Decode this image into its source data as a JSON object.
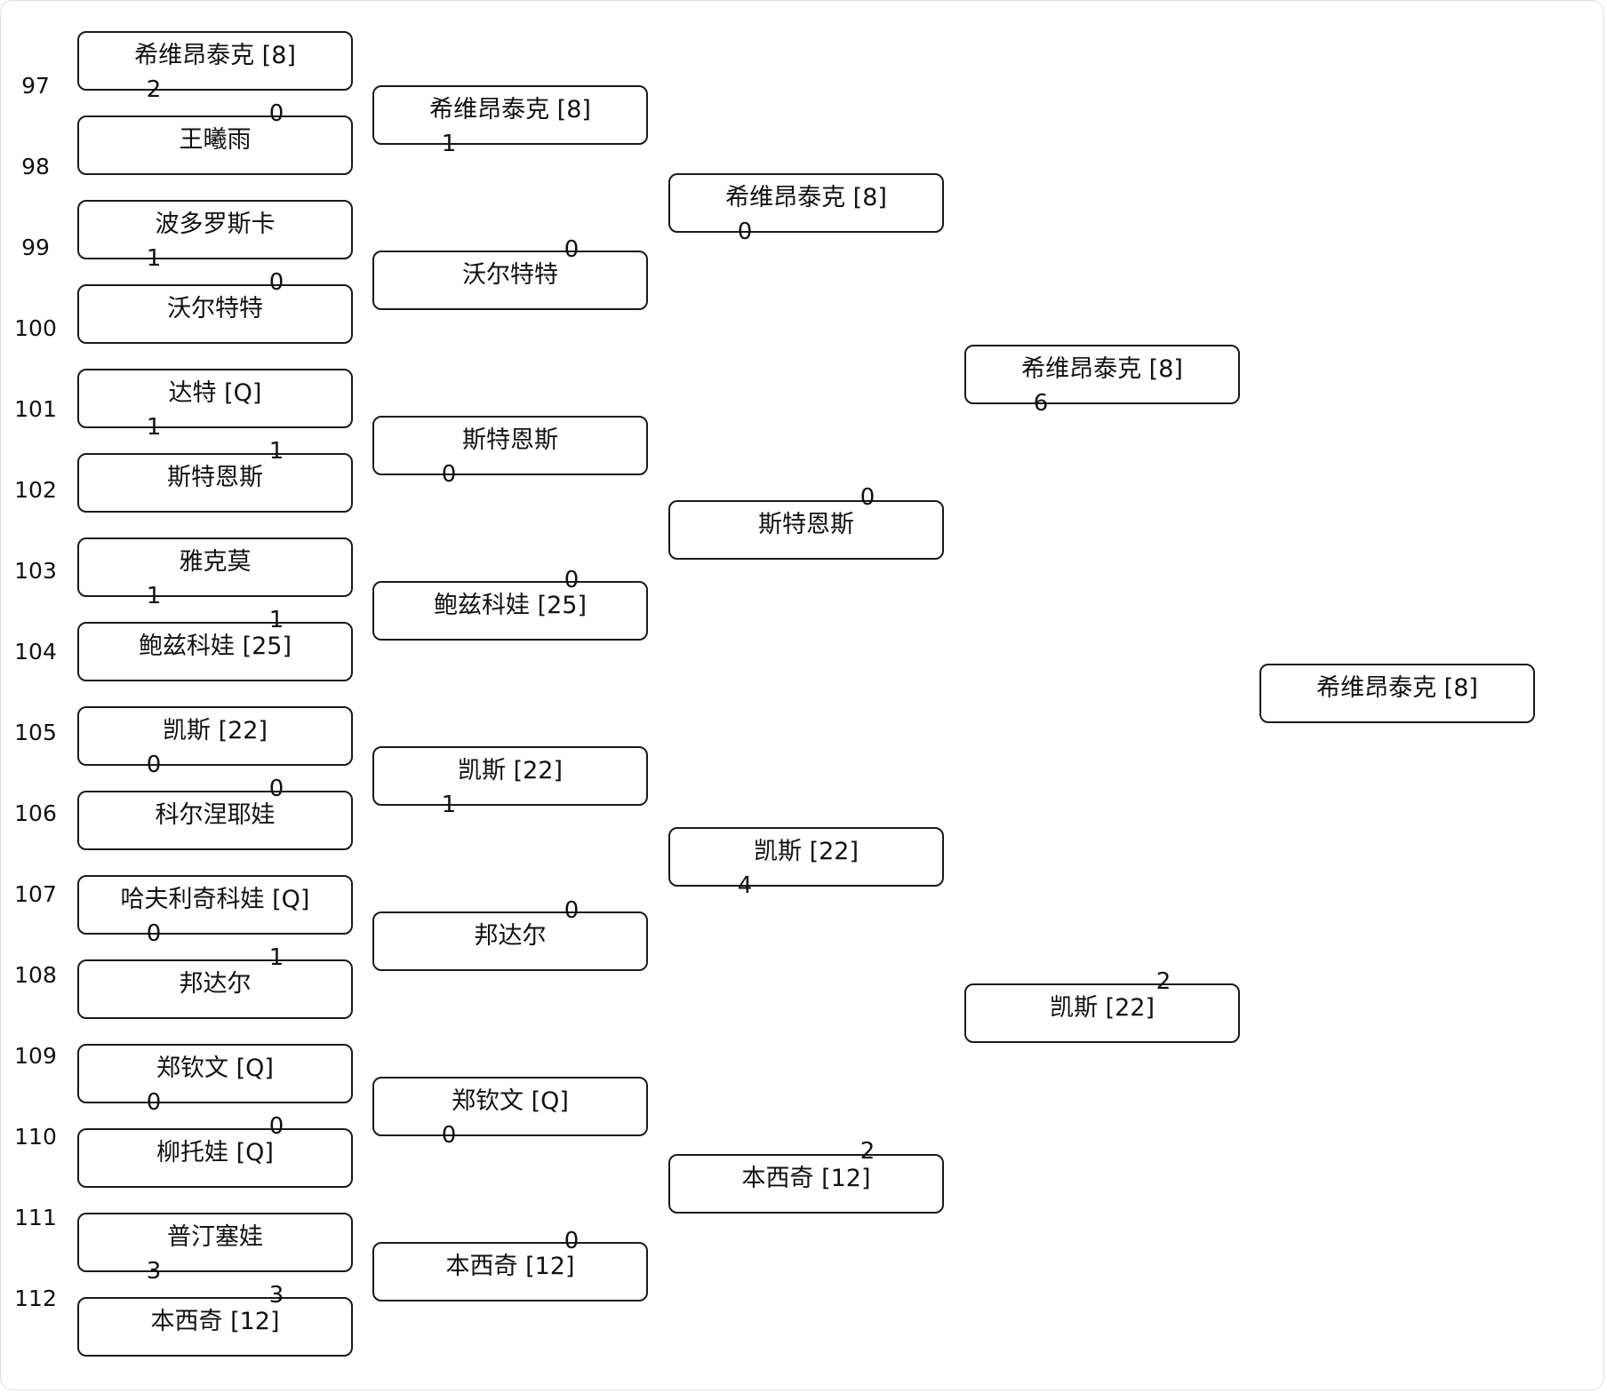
{
  "bracket": {
    "slots": [
      "97",
      "98",
      "99",
      "100",
      "101",
      "102",
      "103",
      "104",
      "105",
      "106",
      "107",
      "108",
      "109",
      "110",
      "111",
      "112"
    ],
    "round1": [
      {
        "name": "希维昂泰克 [8]",
        "score": "2"
      },
      {
        "name": "王曦雨",
        "score": "0"
      },
      {
        "name": "波多罗斯卡",
        "score": "1"
      },
      {
        "name": "沃尔特特",
        "score": "0"
      },
      {
        "name": "达特 [Q]",
        "score": "1"
      },
      {
        "name": "斯特恩斯",
        "score": "1"
      },
      {
        "name": "雅克莫",
        "score": "1"
      },
      {
        "name": "鲍兹科娃 [25]",
        "score": "1"
      },
      {
        "name": "凯斯 [22]",
        "score": "0"
      },
      {
        "name": "科尔涅耶娃",
        "score": "0"
      },
      {
        "name": "哈夫利奇科娃 [Q]",
        "score": "0"
      },
      {
        "name": "邦达尔",
        "score": "1"
      },
      {
        "name": "郑钦文 [Q]",
        "score": "0"
      },
      {
        "name": "柳托娃 [Q]",
        "score": "0"
      },
      {
        "name": "普汀塞娃",
        "score": "3"
      },
      {
        "name": "本西奇 [12]",
        "score": "3"
      }
    ],
    "round2": [
      {
        "name": "希维昂泰克 [8]",
        "score": "1"
      },
      {
        "name": "沃尔特特",
        "score": "0"
      },
      {
        "name": "斯特恩斯",
        "score": "0"
      },
      {
        "name": "鲍兹科娃 [25]",
        "score": "0"
      },
      {
        "name": "凯斯 [22]",
        "score": "1"
      },
      {
        "name": "邦达尔",
        "score": "0"
      },
      {
        "name": "郑钦文 [Q]",
        "score": "0"
      },
      {
        "name": "本西奇 [12]",
        "score": "0"
      }
    ],
    "round3": [
      {
        "name": "希维昂泰克 [8]",
        "score": "0"
      },
      {
        "name": "斯特恩斯",
        "score": "0"
      },
      {
        "name": "凯斯 [22]",
        "score": "4"
      },
      {
        "name": "本西奇 [12]",
        "score": "2"
      }
    ],
    "round4": [
      {
        "name": "希维昂泰克 [8]",
        "score": "6"
      },
      {
        "name": "凯斯 [22]",
        "score": "2"
      }
    ],
    "winner": {
      "name": "希维昂泰克 [8]"
    }
  }
}
